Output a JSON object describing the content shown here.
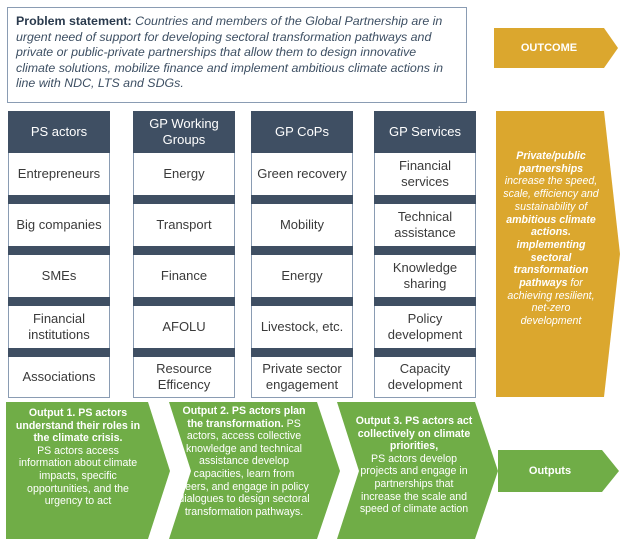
{
  "problem": {
    "label": "Problem statement:",
    "text": "Countries and members of the Global Partnership are in urgent need of support for developing sectoral transformation pathways and private or public-private partnerships that allow them to design innovative climate solutions, mobilize finance and implement ambitious climate actions in line with NDC, LTS and SDGs."
  },
  "outcome": {
    "label": "OUTCOME"
  },
  "outcome_box": {
    "b1": "Private/public partnerships",
    "t1": " increase the speed, scale, efficiency and sustainability of ",
    "b2": "ambitious climate actions. implementing sectoral transformation pathways",
    "t2": " for achieving resilient, net-zero development"
  },
  "columns": [
    {
      "header": "PS actors",
      "items": [
        "Entrepreneurs",
        "Big companies",
        "SMEs",
        "Financial institutions",
        "Associations"
      ]
    },
    {
      "header": "GP Working Groups",
      "items": [
        "Energy",
        "Transport",
        "Finance",
        "AFOLU",
        "Resource Efficency"
      ]
    },
    {
      "header": "GP CoPs",
      "items": [
        "Green recovery",
        "Mobility",
        "Energy",
        "Livestock, etc.",
        "Private sector engagement"
      ]
    },
    {
      "header": "GP Services",
      "items": [
        "Financial services",
        "Technical assistance",
        "Knowledge sharing",
        "Policy development",
        "Capacity development"
      ]
    }
  ],
  "outputs": [
    {
      "bold": "Output 1. PS actors understand their roles in the climate crisis.",
      "text": "PS actors access information about climate impacts, specific opportunities, and the urgency to act"
    },
    {
      "bold": "Output 2. PS actors plan the transformation.",
      "text": " PS actors, access collective knowledge and technical assistance develop capacities, learn from peers, and engage in policy dialogues to design sectoral transformation pathways."
    },
    {
      "bold": "Output 3. PS actors act collectively on climate priorities,",
      "text": "PS actors develop projects and engage in partnerships that increase the scale and speed of climate action"
    }
  ],
  "outputs_label": "Outputs",
  "colors": {
    "navy": "#3f4f63",
    "orange": "#dba72e",
    "green": "#70ad47",
    "border": "#8a9cb3"
  }
}
